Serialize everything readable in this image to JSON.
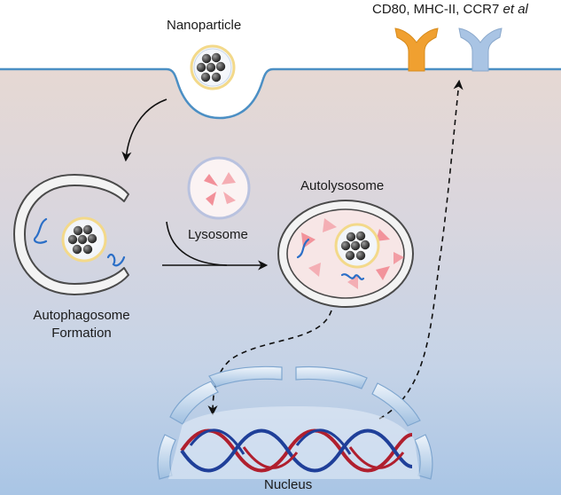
{
  "labels": {
    "nanoparticle": "Nanoparticle",
    "markers_main": "CD80, MHC-II, CCR7 ",
    "markers_italic": "et al",
    "lysosome": "Lysosome",
    "autolysosome": "Autolysosome",
    "autophagosome_line1": "Autophagosome",
    "autophagosome_line2": "Formation",
    "nucleus": "Nucleus"
  },
  "colors": {
    "membrane_line": "#4b8fc4",
    "cytoplasm_top": "#e3d6d1",
    "cytoplasm_bottom": "#aac6e6",
    "receptor_orange": "#f0a030",
    "receptor_blue": "#a9c4e4",
    "dna_blue": "#1f3f99",
    "dna_red": "#b01f2e",
    "nanoparticle_ring": "#f3d98a",
    "lysosome_enzyme": "#f07e88"
  }
}
